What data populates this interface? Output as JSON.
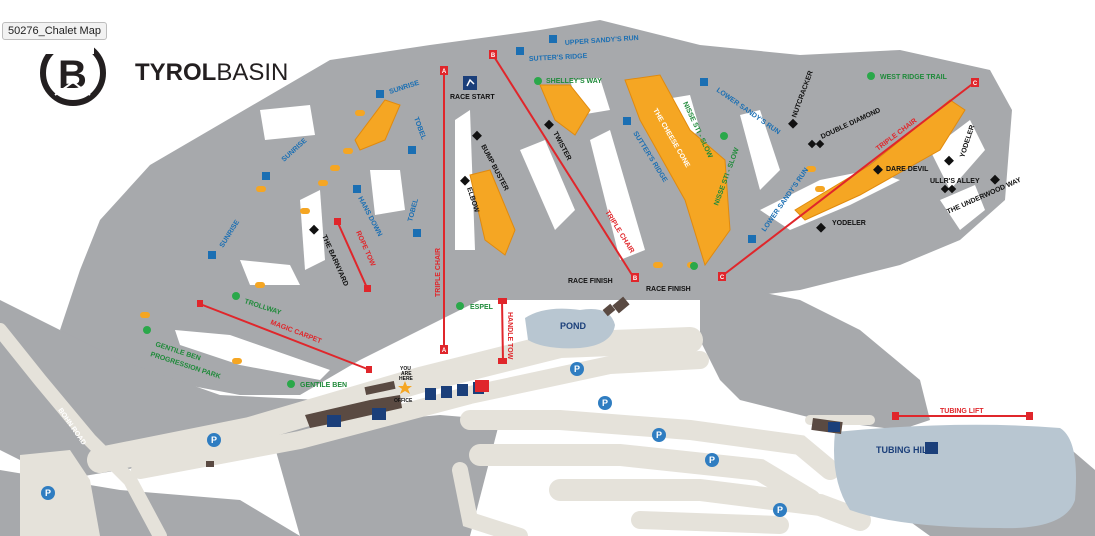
{
  "window_title": "50276_Chalet Map",
  "logo": {
    "name_bold": "TYROL",
    "name_light": "BASIN",
    "mark": "B"
  },
  "colors": {
    "terrain": "#a7a9ac",
    "path": "#e5e2da",
    "pond": "#b8c6d1",
    "terrain_park": "#f5a623",
    "lift": "#e0262b",
    "green": "#2aa84a",
    "blue": "#1b6fb3",
    "black": "#111111",
    "building": "#5a4a42",
    "parking": "#2f7dc1"
  },
  "lifts": [
    {
      "id": "A",
      "name": "TRIPLE CHAIR"
    },
    {
      "id": "B",
      "name": "TRIPLE CHAIR"
    },
    {
      "id": "C",
      "name": "TRIPLE CHAIR"
    },
    {
      "name": "ROPE TOW"
    },
    {
      "name": "MAGIC CARPET"
    },
    {
      "name": "HANDLE TOW"
    },
    {
      "name": "TUBING LIFT"
    }
  ],
  "trails": {
    "green": [
      "SHELLEY'S WAY",
      "WEST RIDGE TRAIL",
      "NISSE STI - SLOW",
      "NISSE STI - SLOW",
      "TROLLWAY",
      "GENTILE BEN PROGRESSION PARK",
      "GENTILE BEN",
      "ESPEL"
    ],
    "blue": [
      "UPPER SANDY'S RUN",
      "SUTTER'S RIDGE",
      "SUNRISE",
      "SUNRISE",
      "SUNRISE",
      "TOBEL",
      "TOBEL",
      "HANS DOWN",
      "SUTTER'S RIDGE",
      "LOWER SANDY'S RUN",
      "LOWER SANDY'S RUN"
    ],
    "black": [
      "BUMP BUSTER",
      "ELBOW",
      "TWISTER",
      "NUTCRACKER",
      "DOUBLE DIAMOND",
      "DARE DEVIL",
      "YODELER",
      "YODELER",
      "ULLR'S ALLEY",
      "THE UNDERWOOD WAY",
      "THE BARNYARD"
    ],
    "park": "THE CHEESE CONE"
  },
  "places": {
    "race_start": "RACE START",
    "race_finish_1": "RACE FINISH",
    "race_finish_2": "RACE FINISH",
    "pond": "POND",
    "tubing_hill": "TUBING HILL",
    "you_are_here": [
      "YOU",
      "ARE",
      "HERE"
    ],
    "office": "OFFICE",
    "road": "BOHN ROAD",
    "parking": "P"
  }
}
